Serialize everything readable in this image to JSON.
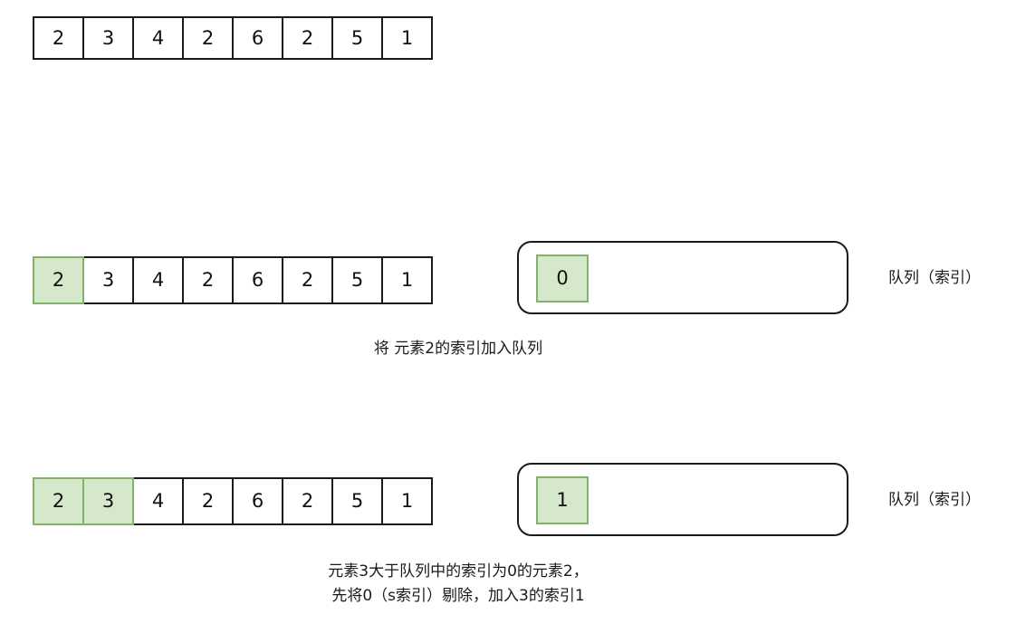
{
  "diagram": {
    "title_text": "",
    "colors": {
      "cell_border": "#1a1a1a",
      "highlight_fill": "#d6e8cc",
      "highlight_border": "#82b366",
      "text": "#1a1a1a",
      "background": "#ffffff"
    }
  },
  "arrays": [
    {
      "name": "array-initial",
      "values": [
        "2",
        "3",
        "4",
        "2",
        "6",
        "2",
        "5",
        "1"
      ],
      "highlighted": []
    },
    {
      "name": "array-step-1",
      "values": [
        "2",
        "3",
        "4",
        "2",
        "6",
        "2",
        "5",
        "1"
      ],
      "highlighted": [
        0
      ]
    },
    {
      "name": "array-step-2",
      "values": [
        "2",
        "3",
        "4",
        "2",
        "6",
        "2",
        "5",
        "1"
      ],
      "highlighted": [
        0,
        1
      ]
    }
  ],
  "queues": [
    {
      "name": "queue-step-1",
      "items": [
        "0"
      ],
      "label": "队列（索引）"
    },
    {
      "name": "queue-step-2",
      "items": [
        "1"
      ],
      "label": "队列（索引）"
    }
  ],
  "captions": {
    "step1": "将 元素2的索引加入队列",
    "step2_line1": "元素3大于队列中的索引为0的元素2，",
    "step2_line2": "先将0（s索引）剔除，加入3的索引1"
  }
}
